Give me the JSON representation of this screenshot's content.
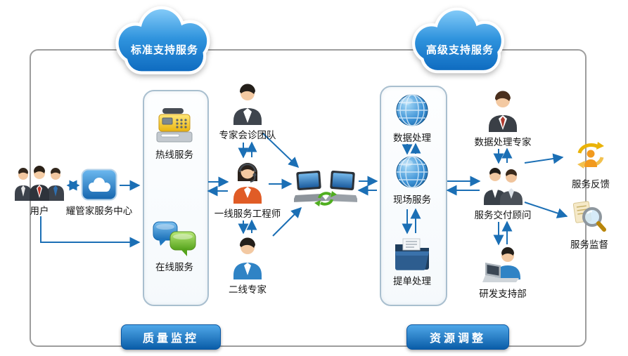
{
  "diagram": {
    "clouds": {
      "standard": "标准支持服务",
      "advanced": "高级支持服务"
    },
    "banners": {
      "quality": "质量监控",
      "resource": "资源调整"
    },
    "nodes": {
      "users": "用户",
      "service_center": "耀管家服务中心",
      "hotline": "热线服务",
      "online": "在线服务",
      "expert_team": "专家会诊团队",
      "frontline_engineer": "一线服务工程师",
      "second_line_expert": "二线专家",
      "data_processing": "数据处理",
      "onsite_service": "现场服务",
      "ticket_processing": "提单处理",
      "data_expert": "数据处理专家",
      "delivery_consultant": "服务交付顾问",
      "rnd_support": "研发支持部",
      "feedback": "服务反馈",
      "supervision": "服务监督"
    },
    "connections": [
      {
        "from": "users",
        "to": "service_center",
        "type": "bidirectional"
      },
      {
        "from": "service_center",
        "to": "hotline_online_box",
        "type": "arrow"
      },
      {
        "from": "users",
        "to": "online",
        "type": "arrow"
      },
      {
        "from": "hotline_online_box",
        "to": "frontline_engineer",
        "type": "bidirectional"
      },
      {
        "from": "expert_team",
        "to": "frontline_engineer",
        "type": "bidirectional"
      },
      {
        "from": "frontline_engineer",
        "to": "second_line_expert",
        "type": "bidirectional"
      },
      {
        "from": "frontline_engineer",
        "to": "workstations",
        "type": "arrow"
      },
      {
        "from": "expert_team",
        "to": "workstations",
        "type": "arrow"
      },
      {
        "from": "second_line_expert",
        "to": "workstations",
        "type": "arrow"
      },
      {
        "from": "workstations",
        "to": "service_box",
        "type": "bidirectional"
      },
      {
        "from": "data_processing",
        "to": "onsite_service",
        "type": "bidirectional"
      },
      {
        "from": "onsite_service",
        "to": "ticket_processing",
        "type": "bidirectional"
      },
      {
        "from": "service_box",
        "to": "delivery_consultant",
        "type": "bidirectional"
      },
      {
        "from": "data_expert",
        "to": "delivery_consultant",
        "type": "bidirectional"
      },
      {
        "from": "delivery_consultant",
        "to": "rnd_support",
        "type": "bidirectional"
      },
      {
        "from": "delivery_consultant",
        "to": "feedback",
        "type": "arrow"
      },
      {
        "from": "delivery_consultant",
        "to": "supervision",
        "type": "arrow"
      }
    ],
    "colors": {
      "arrow": "#1b6fb5",
      "cloud_blue": "#1a7fd0",
      "banner_blue": "#1168b4",
      "frame_border": "#9d9d9d",
      "box_border": "#a9bfcf"
    }
  }
}
